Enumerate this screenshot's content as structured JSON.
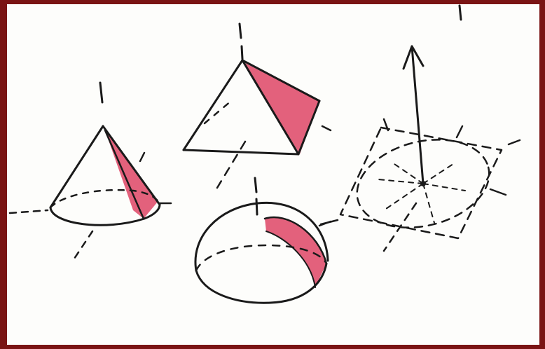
{
  "figure": {
    "frame_color": "#7a1414",
    "paper_color": "#fdfdfb",
    "ink_color": "#1a1a1a",
    "highlight_color": "#e0506e",
    "shapes": [
      "cone",
      "pyramid",
      "hemisphere",
      "flat-disc-with-normal-arrow"
    ],
    "text": []
  }
}
